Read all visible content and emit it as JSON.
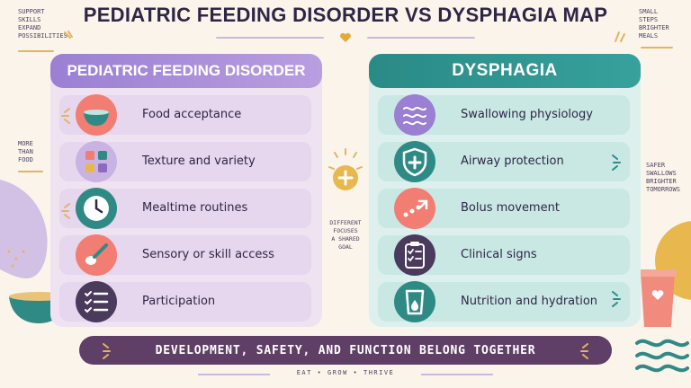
{
  "title": "PEDIATRIC FEEDING DISORDER VS DYSPHAGIA MAP",
  "side_notes": {
    "top_left": "Support\nskills\nexpand\npossibilities",
    "top_right": "Small\nsteps\nbrighter\nmeals",
    "mid_left": "More\nthan\nfood",
    "mid_right": "Safer\nswallows\nbrighter\ntomorrows"
  },
  "left_panel": {
    "title": "PEDIATRIC FEEDING DISORDER",
    "accent": "#9b7fd3",
    "items": [
      {
        "label": "Food acceptance",
        "icon": "bowl-icon"
      },
      {
        "label": "Texture and variety",
        "icon": "food-texture-grid-icon"
      },
      {
        "label": "Mealtime routines",
        "icon": "clock-icon"
      },
      {
        "label": "Sensory or skill access",
        "icon": "spoon-icon"
      },
      {
        "label": "Participation",
        "icon": "checklist-icon"
      }
    ]
  },
  "right_panel": {
    "title": "DYSPHAGIA",
    "accent": "#2a8a86",
    "items": [
      {
        "label": "Swallowing physiology",
        "icon": "waves-icon"
      },
      {
        "label": "Airway protection",
        "icon": "shield-plus-icon"
      },
      {
        "label": "Bolus movement",
        "icon": "bolus-arrow-icon"
      },
      {
        "label": "Clinical signs",
        "icon": "clipboard-icon"
      },
      {
        "label": "Nutrition and hydration",
        "icon": "water-glass-icon"
      }
    ]
  },
  "center_connector": {
    "text": "DIFFERENT\nFOCUSES\nA SHARED\nGOAL",
    "icon": "plus-icon"
  },
  "banner": "DEVELOPMENT, SAFETY, AND FUNCTION BELONG TOGETHER",
  "tagline": "EAT • GROW • THRIVE"
}
